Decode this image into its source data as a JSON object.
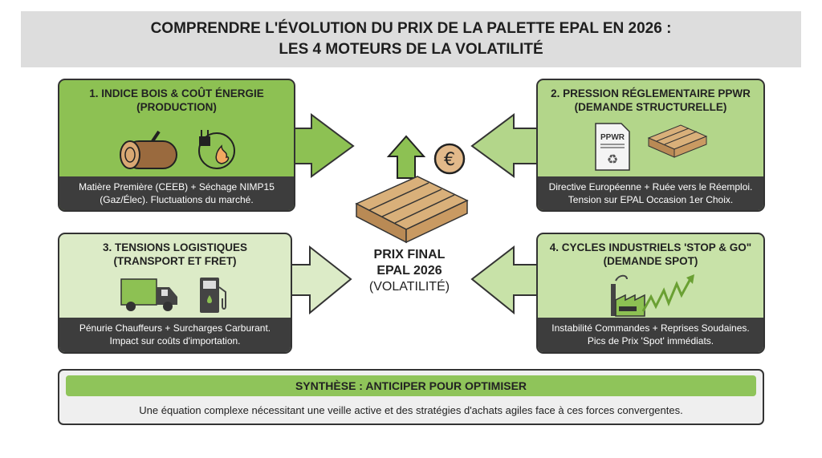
{
  "title": {
    "line1": "COMPRENDRE L'ÉVOLUTION DU PRIX DE LA PALETTE EPAL EN 2026 :",
    "line2": "LES 4 MOTEURS DE LA VOLATILITÉ"
  },
  "drivers": [
    {
      "title1": "1. INDICE BOIS & COÛT ÉNERGIE",
      "title2": "(PRODUCTION)",
      "desc1": "Matière Première (CEEB) + Séchage NIMP15",
      "desc2": "(Gaz/Élec). Fluctuations du marché.",
      "color": "#8dc153",
      "icons": [
        "log-icon",
        "plug-flame-icon"
      ]
    },
    {
      "title1": "2. PRESSION RÉGLEMENTAIRE PPWR",
      "title2": "(DEMANDE STRUCTURELLE)",
      "desc1": "Directive Européenne + Ruée vers le Réemploi.",
      "desc2": "Tension sur EPAL Occasion 1er Choix.",
      "color": "#b3d68a",
      "doc_label": "PPWR",
      "icons": [
        "ppwr-document-icon",
        "pallet-icon"
      ]
    },
    {
      "title1": "3. TENSIONS LOGISTIQUES",
      "title2": "(TRANSPORT ET FRET)",
      "desc1": "Pénurie Chauffeurs + Surcharges Carburant.",
      "desc2": "Impact sur coûts d'importation.",
      "color": "#dcebc7",
      "icons": [
        "truck-icon",
        "fuel-pump-icon"
      ]
    },
    {
      "title1": "4. CYCLES INDUSTRIELS 'STOP & GO\"",
      "title2": "(DEMANDE SPOT)",
      "desc1": "Instabilité Commandes + Reprises Soudaines.",
      "desc2": "Pics de Prix 'Spot' immédiats.",
      "color": "#c8e2a8",
      "icons": [
        "factory-icon",
        "zigzag-up-arrow-icon"
      ]
    }
  ],
  "center": {
    "line1": "PRIX FINAL",
    "line2": "EPAL 2026",
    "line3": "(VOLATILITÉ)",
    "currency": "€"
  },
  "synthesis": {
    "heading": "SYNTHÈSE : ANTICIPER POUR OPTIMISER",
    "text": "Une équation complexe nécessitant une veille active et des stratégies d'achats agiles face à ces forces convergentes."
  }
}
